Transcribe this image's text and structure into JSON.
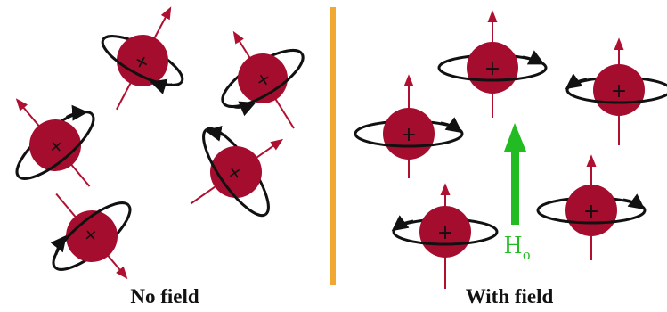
{
  "captions": {
    "left": "No field",
    "right": "With field"
  },
  "field": {
    "symbol": "H",
    "subscript": "o"
  },
  "icons": {
    "proton": "plus-sign",
    "precession": "curved-arrow"
  },
  "colors": {
    "proton": "#a50d2e",
    "axis": "#b01030",
    "orbit": "#111111",
    "divider": "#f0a830",
    "field": "#22bb22"
  }
}
